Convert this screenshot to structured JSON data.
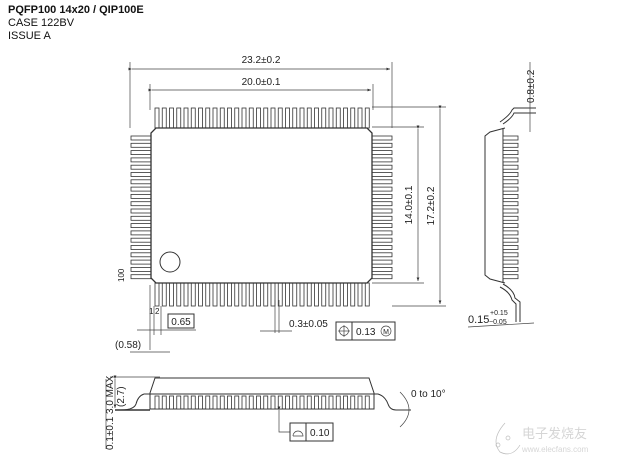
{
  "header": {
    "title": "PQFP100 14x20 / QIP100E",
    "case": "CASE 122BV",
    "issue": "ISSUE A"
  },
  "top_view": {
    "dim_overall_width": "23.2±0.2",
    "dim_body_width": "20.0±0.1",
    "dim_body_height": "14.0±0.1",
    "dim_overall_height": "17.2±0.2",
    "pin_100_label": "100",
    "pin_1_label": "1",
    "pin_2_label": "2",
    "pitch": "0.65",
    "corner_offset": "(0.58)",
    "lead_width": "0.3±0.05",
    "position_tolerance": "0.13",
    "position_modifier": "M"
  },
  "side_view_right": {
    "foot_length": "0.8±0.2",
    "lead_thickness_nominal": "0.15",
    "lead_thickness_plus": "+0.15",
    "lead_thickness_minus": "−0.05"
  },
  "side_view_bottom": {
    "max_height": "3.0 MAX",
    "body_height": "(2.7)",
    "standoff": "0.1±0.1",
    "coplanarity": "0.10",
    "lead_angle": "0 to 10°"
  },
  "watermark": {
    "name": "电子发烧友",
    "url": "www.elecfans.com"
  }
}
